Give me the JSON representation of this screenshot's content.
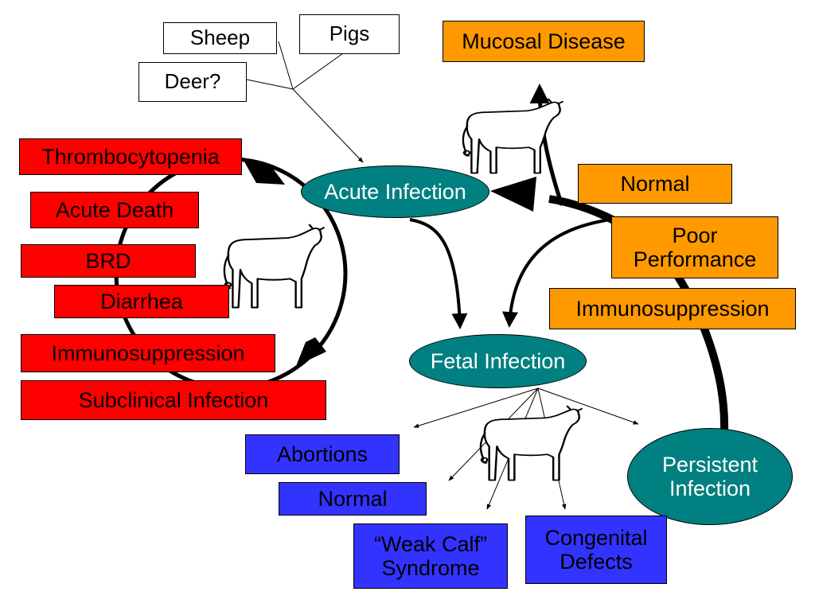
{
  "hosts": {
    "sheep": "Sheep",
    "pigs": "Pigs",
    "deer": "Deer?"
  },
  "nodes": {
    "acute_infection": "Acute Infection",
    "fetal_infection": "Fetal Infection",
    "persistent_infection": "Persistent\nInfection"
  },
  "acute_outcomes": [
    "Thrombocytopenia",
    "Acute Death",
    "BRD",
    "Diarrhea",
    "Immunosuppression",
    "Subclinical Infection"
  ],
  "persistent_outcomes": {
    "mucosal_disease": "Mucosal Disease",
    "normal": "Normal",
    "poor_performance": "Poor\nPerformance",
    "immunosuppression": "Immunosuppression"
  },
  "fetal_outcomes": {
    "abortions": "Abortions",
    "normal": "Normal",
    "weak_calf": "“Weak Calf”\nSyndrome",
    "congenital_defects": "Congenital\nDefects"
  },
  "colors": {
    "acute_outcome_fill": "#ff0000",
    "persistent_outcome_fill": "#ff9900",
    "fetal_outcome_fill": "#3333ff",
    "node_fill": "#008080",
    "node_text": "#ffffff"
  },
  "icons": {
    "calf": "calf-icon"
  }
}
